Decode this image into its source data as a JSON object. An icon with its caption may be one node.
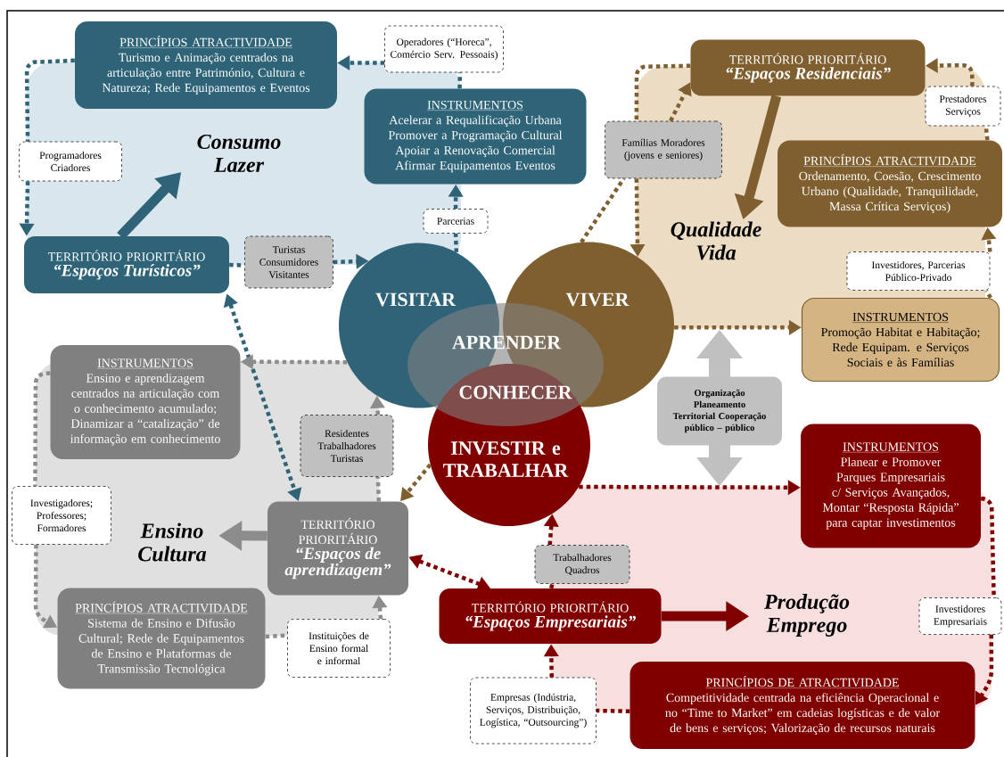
{
  "diagram": {
    "nodes": [
      {
        "text": [
          "PRINCÍPIOS ATRACTIVIDADE",
          "Turismo e Animação centrados na articulação entre Património, Cultura e Natureza; Rede Equipamentos e Eventos"
        ]
      },
      {
        "text": [
          "Operadores (“Horeca”, Comércio Serv. Pessoais)"
        ]
      },
      {
        "text": [
          "INSTRUMENTOS",
          "Acelerar a Requalificação Urbana Promover a Programação Cultural Apoiar a Renovação Comercial Afirmar Equipamentos Eventos"
        ]
      },
      {
        "text": [
          "Programadores Criadores"
        ]
      },
      {
        "text": [
          "Consumo Lazer"
        ]
      },
      {
        "text": [
          "Parcerias"
        ]
      },
      {
        "text": [
          "TERRITÓRIO PRIORITÁRIO",
          "“Espaços Turísticos”"
        ]
      },
      {
        "text": [
          "Turistas Consumidores Visitantes"
        ]
      },
      {
        "text": [
          "VISITAR"
        ]
      },
      {
        "text": [
          "VIVER"
        ]
      },
      {
        "text": [
          "APRENDER",
          "CONHECER"
        ]
      },
      {
        "text": [
          "INVESTIR e TRABALHAR"
        ]
      },
      {
        "text": [
          "TERRITÓRIO PRIORITÁRIO",
          "“Espaços Residenciais”"
        ]
      },
      {
        "text": [
          "Prestadores Serviços"
        ]
      },
      {
        "text": [
          "Famílias Moradores (jovens e seniores)"
        ]
      },
      {
        "text": [
          "Qualidade Vida"
        ]
      },
      {
        "text": [
          "PRINCÍPIOS ATRACTIVIDADE",
          "Ordenamento, Coesão, Crescimento Urbano (Qualidade, Tranquilidade, Massa Crítica Serviços)"
        ]
      },
      {
        "text": [
          "Investidores, Parcerias Público-Privado"
        ]
      },
      {
        "text": [
          "INSTRUMENTOS",
          "Promoção Habitat e Habitação; Rede Equipam. e Serviços Sociais e às Famílias"
        ]
      },
      {
        "text": [
          "Organização Planeamento Territorial Cooperação público – público"
        ]
      },
      {
        "text": [
          "INSTRUMENTOS",
          "Ensino e aprendizagem centrados na articulação com o conhecimento acumulado; Dinamizar a “catalização” de informação em conhecimento"
        ]
      },
      {
        "text": [
          "Residentes Trabalhadores Turistas"
        ]
      },
      {
        "text": [
          "Investigadores; Professores; Formadores"
        ]
      },
      {
        "text": [
          "Ensino Cultura"
        ]
      },
      {
        "text": [
          "TERRITÓRIO PRIORITÁRIO",
          "“Espaços de aprendizagem”"
        ]
      },
      {
        "text": [
          "PRINCÍPIOS ATRACTIVIDADE",
          "Sistema de Ensino e Difusão Cultural; Rede de Equipamentos de Ensino e Plataformas de Transmissão Tecnológica"
        ]
      },
      {
        "text": [
          "Instituições de Ensino formal e informal"
        ]
      },
      {
        "text": [
          "INSTRUMENTOS",
          "Planear e Promover Parques Empresariais c/ Serviços Avançados, Montar “Resposta Rápida” para captar investimentos"
        ]
      },
      {
        "text": [
          "Trabalhadores Quadros"
        ]
      },
      {
        "text": [
          "TERRITÓRIO PRIORITÁRIO",
          "“Espaços Empresariais”"
        ]
      },
      {
        "text": [
          "Produção Emprego"
        ]
      },
      {
        "text": [
          "Investidores Empresariais"
        ]
      },
      {
        "text": [
          "Empresas (Indústria, Serviços, Distribuição, Logística, “Outsourcing”)"
        ]
      },
      {
        "text": [
          "PRINCÍPIOS DE ATRACTIVIDADE",
          "Competitividade centrada na eficiência Operacional e no “Time to Market” em cadeias logísticas e de valor de bens e serviços; Valorização de recursos naturais"
        ]
      }
    ],
    "edges": [
      {
        "from": 6,
        "to": 4,
        "arrow": "to",
        "style": "thick",
        "color": "#2e6378"
      },
      {
        "from": 6,
        "to": 7,
        "arrow": "none",
        "style": "dashed",
        "color": "#2e6378"
      },
      {
        "from": 7,
        "to": 8,
        "arrow": "to",
        "style": "dashed",
        "color": "#2e6378"
      },
      {
        "from": 8,
        "to": 5,
        "arrow": "none",
        "style": "dashed",
        "color": "#2e6378"
      },
      {
        "from": 5,
        "to": 2,
        "arrow": "to",
        "style": "dashed",
        "color": "#2e6378"
      },
      {
        "from": 2,
        "to": 1,
        "arrow": "none",
        "style": "dashed",
        "color": "#2e6378"
      },
      {
        "from": 1,
        "to": 0,
        "arrow": "to",
        "style": "dashed",
        "color": "#2e6378"
      },
      {
        "from": 0,
        "to": 3,
        "arrow": "none",
        "style": "dashed",
        "color": "#2e6378"
      },
      {
        "from": 3,
        "to": 6,
        "arrow": "to",
        "style": "dashed",
        "color": "#2e6378"
      },
      {
        "from": 6,
        "to": 24,
        "arrow": "both",
        "style": "dashed",
        "color": "#2e6378"
      },
      {
        "from": 9,
        "to": 14,
        "arrow": "none",
        "style": "dashed",
        "color": "#7f5f2f"
      },
      {
        "from": 14,
        "to": 12,
        "arrow": "to",
        "style": "dashed",
        "color": "#7f5f2f"
      },
      {
        "from": 12,
        "to": 14,
        "arrow": "none",
        "style": "dashed",
        "color": "#7f5f2f"
      },
      {
        "from": 14,
        "to": 9,
        "arrow": "to",
        "style": "dashed",
        "color": "#7f5f2f"
      },
      {
        "from": 12,
        "to": 15,
        "arrow": "to",
        "style": "thick",
        "color": "#7f5f2f"
      },
      {
        "from": 9,
        "to": 18,
        "arrow": "to",
        "style": "dashed",
        "color": "#7f5f2f"
      },
      {
        "from": 18,
        "to": 17,
        "arrow": "none",
        "style": "dashed",
        "color": "#7f5f2f"
      },
      {
        "from": 17,
        "to": 16,
        "arrow": "to",
        "style": "dashed",
        "color": "#7f5f2f"
      },
      {
        "from": 16,
        "to": 13,
        "arrow": "none",
        "style": "dashed",
        "color": "#7f5f2f"
      },
      {
        "from": 13,
        "to": 12,
        "arrow": "to",
        "style": "dashed",
        "color": "#7f5f2f"
      },
      {
        "from": 8,
        "to": 20,
        "arrow": "to",
        "style": "dashed",
        "color": "#8c8c8c"
      },
      {
        "from": 20,
        "to": 22,
        "arrow": "none",
        "style": "dashed",
        "color": "#8c8c8c"
      },
      {
        "from": 22,
        "to": 25,
        "arrow": "to",
        "style": "dashed",
        "color": "#8c8c8c"
      },
      {
        "from": 25,
        "to": 26,
        "arrow": "none",
        "style": "dashed",
        "color": "#8c8c8c"
      },
      {
        "from": 26,
        "to": 24,
        "arrow": "to",
        "style": "dashed",
        "color": "#8c8c8c"
      },
      {
        "from": 24,
        "to": 21,
        "arrow": "none",
        "style": "dashed",
        "color": "#8c8c8c"
      },
      {
        "from": 21,
        "to": 8,
        "arrow": "to",
        "style": "dashed",
        "color": "#8c8c8c"
      },
      {
        "from": 24,
        "to": 23,
        "arrow": "to",
        "style": "thick",
        "color": "#8c8c8c"
      },
      {
        "from": 11,
        "to": 24,
        "arrow": "to",
        "style": "dashed",
        "color": "#7f5f2f"
      },
      {
        "from": 24,
        "to": 29,
        "arrow": "both",
        "style": "dashed",
        "color": "#800000"
      },
      {
        "from": 11,
        "to": 27,
        "arrow": "to",
        "style": "dashed",
        "color": "#800000"
      },
      {
        "from": 27,
        "to": 31,
        "arrow": "none",
        "style": "dashed",
        "color": "#800000"
      },
      {
        "from": 31,
        "to": 33,
        "arrow": "to",
        "style": "dashed",
        "color": "#800000"
      },
      {
        "from": 33,
        "to": 32,
        "arrow": "none",
        "style": "dashed",
        "color": "#800000"
      },
      {
        "from": 32,
        "to": 29,
        "arrow": "to",
        "style": "dashed",
        "color": "#800000"
      },
      {
        "from": 29,
        "to": 28,
        "arrow": "none",
        "style": "dashed",
        "color": "#800000"
      },
      {
        "from": 28,
        "to": 11,
        "arrow": "to",
        "style": "dashed",
        "color": "#800000"
      },
      {
        "from": 29,
        "to": 30,
        "arrow": "to",
        "style": "thick",
        "color": "#800000"
      }
    ]
  }
}
